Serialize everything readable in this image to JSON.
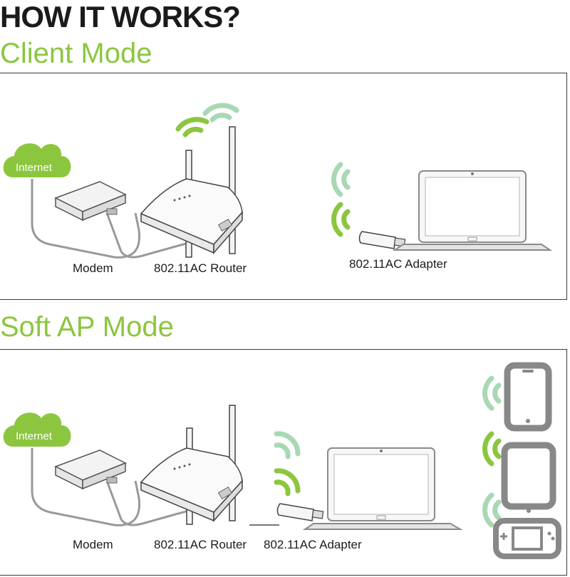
{
  "header": {
    "title": "HOW IT WORKS?"
  },
  "colors": {
    "accent": "#8cc63f",
    "accent_light": "#a8d8b4",
    "outline": "#555555",
    "device_grey": "#888888"
  },
  "client_mode": {
    "title": "Client Mode",
    "cloud_label": "Internet",
    "modem_label": "Modem",
    "router_label": "802.11AC Router",
    "adapter_label": "802.11AC Adapter"
  },
  "soft_ap_mode": {
    "title": "Soft AP  Mode",
    "cloud_label": "Internet",
    "modem_label": "Modem",
    "router_label": "802.11AC Router",
    "adapter_label": "802.11AC Adapter",
    "devices": [
      "phone-icon",
      "tablet-icon",
      "game-console-icon"
    ]
  }
}
